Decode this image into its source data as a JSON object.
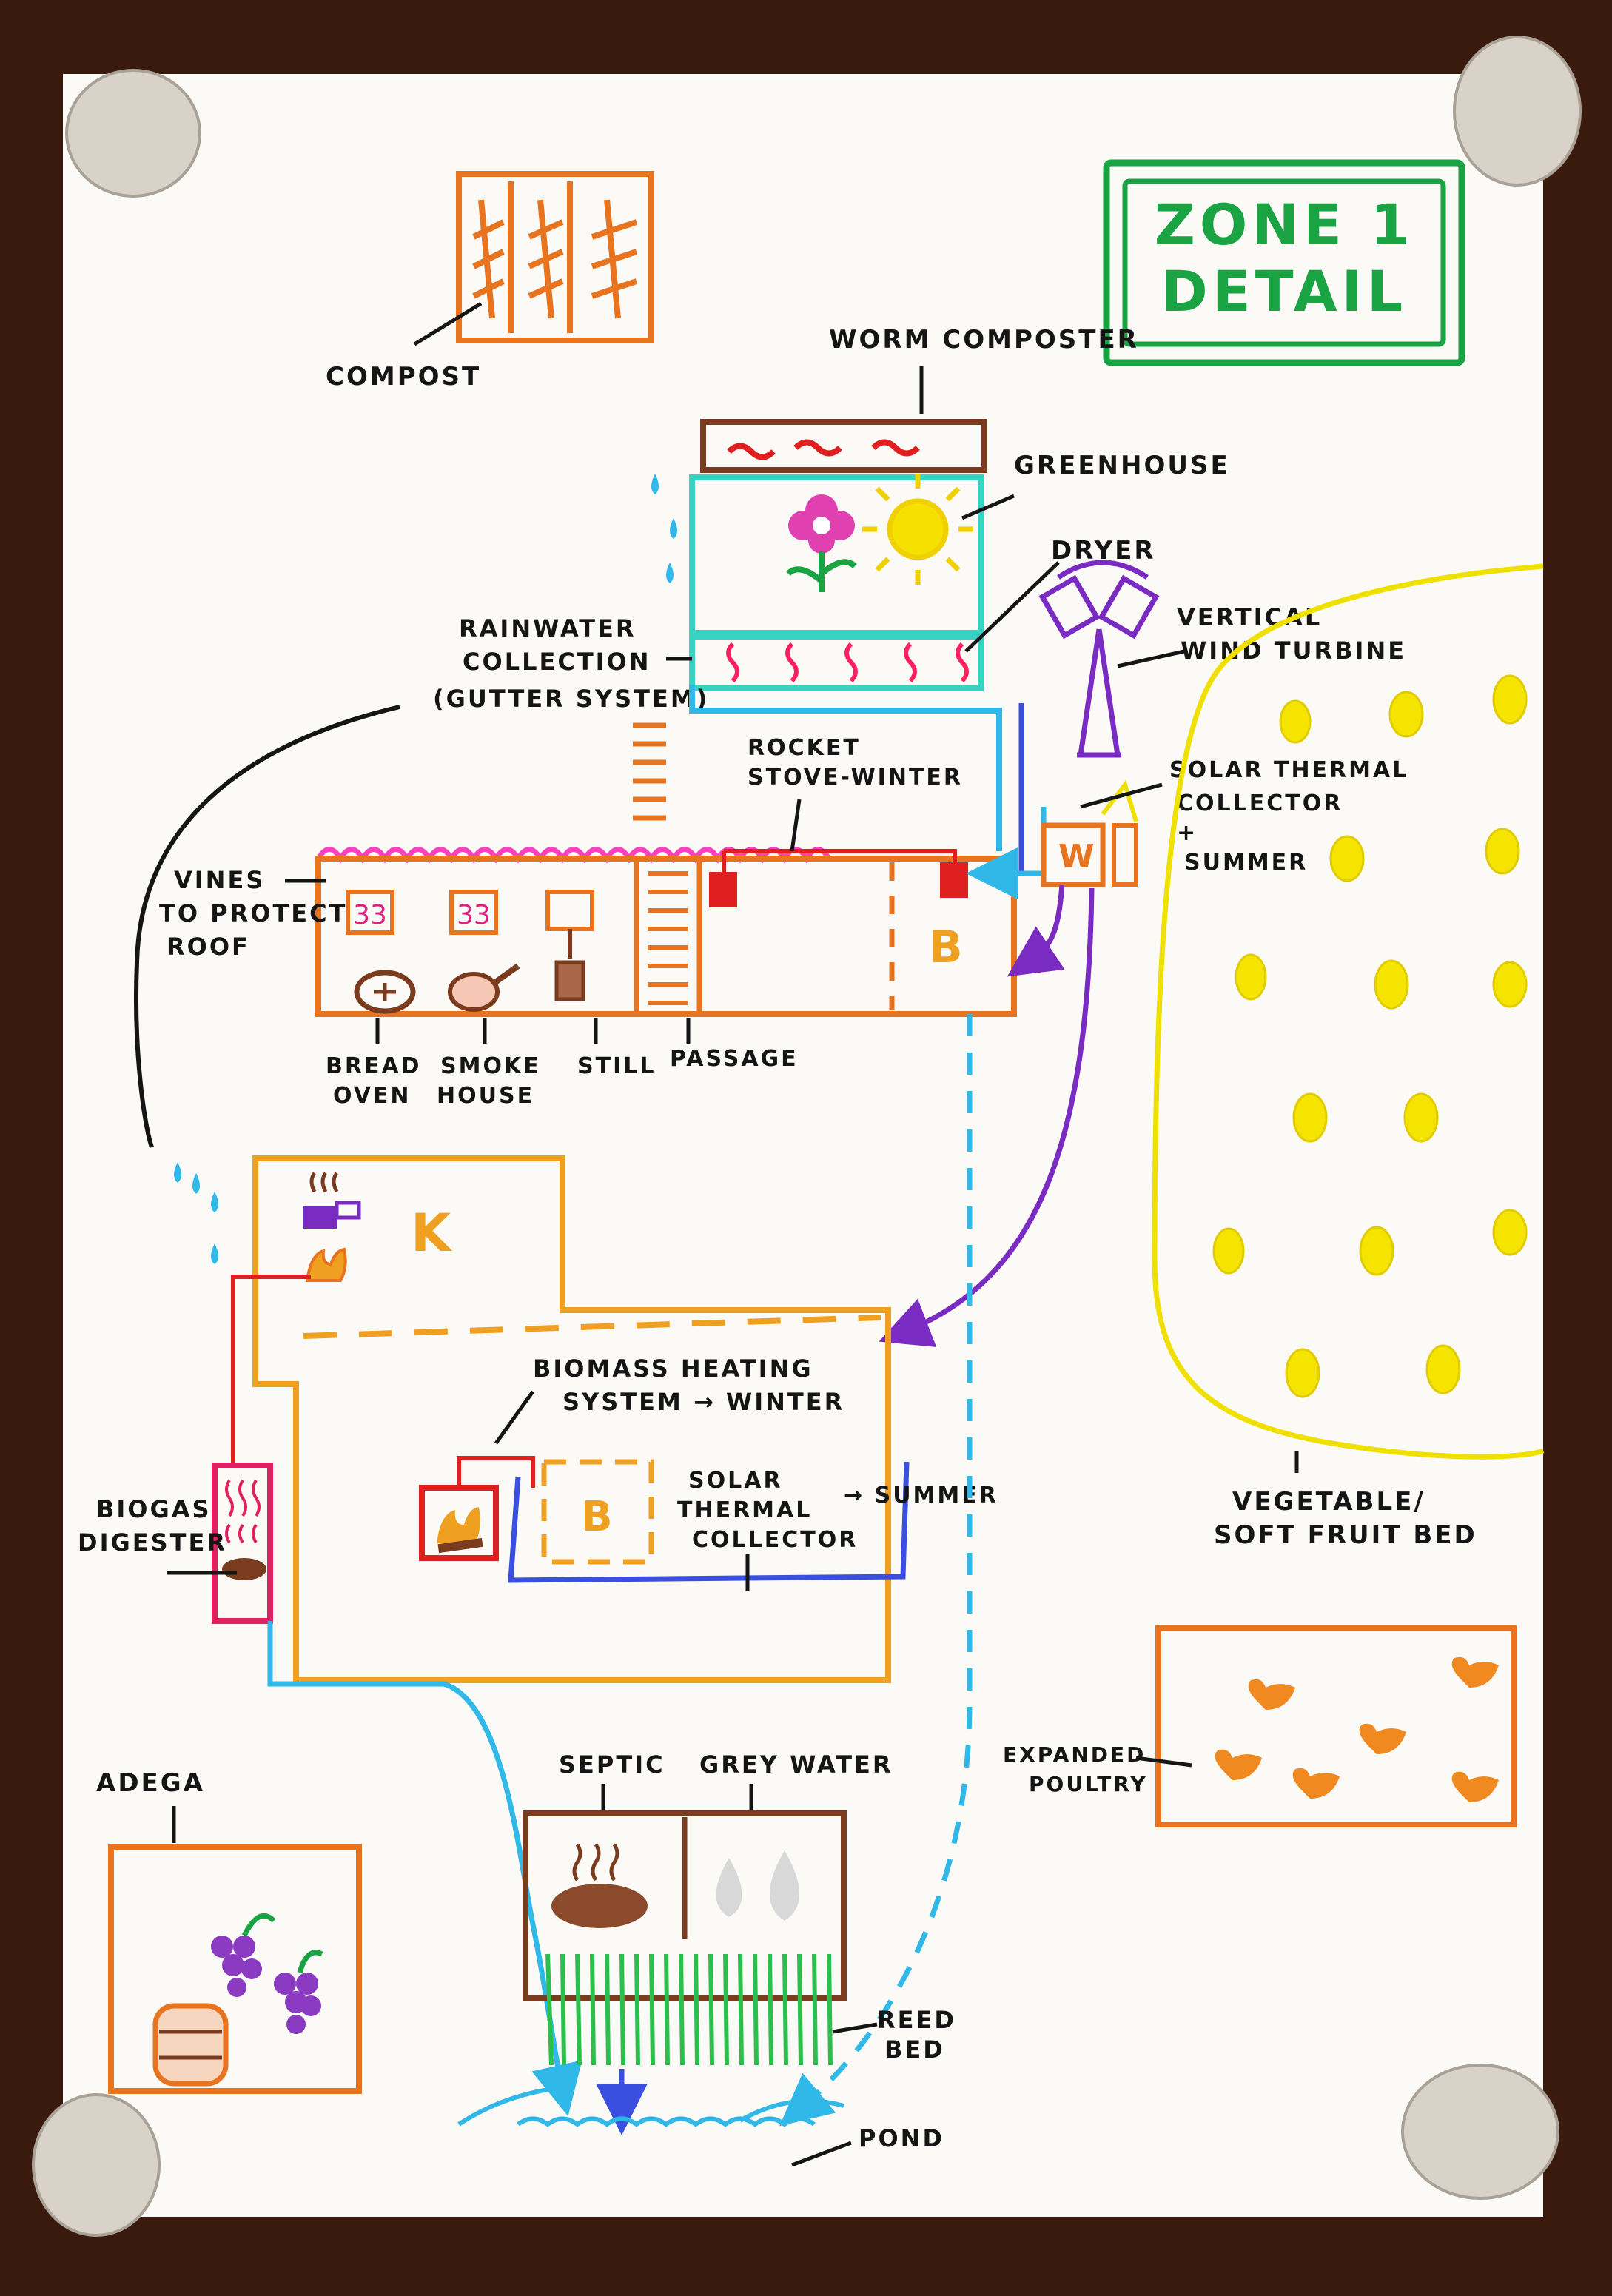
{
  "title": {
    "line1": "ZONE 1",
    "line2": "DETAIL"
  },
  "labels": {
    "compost": "COMPOST",
    "worm_composter": "WORM COMPOSTER",
    "greenhouse": "GREENHOUSE",
    "dryer": "DRYER",
    "vertical_wind_turbine_1": "VERTICAL",
    "vertical_wind_turbine_2": "WIND TURBINE",
    "rainwater_1": "RAINWATER",
    "rainwater_2": "COLLECTION",
    "rainwater_3": "(GUTTER SYSTEM)",
    "rocket_stove_1": "ROCKET",
    "rocket_stove_2": "STOVE-WINTER",
    "solar_thermal_1": "SOLAR THERMAL",
    "solar_thermal_2": "COLLECTOR",
    "solar_thermal_3": "+",
    "solar_thermal_4": "SUMMER",
    "vines_1": "VINES",
    "vines_2": "TO PROTECT",
    "vines_3": "ROOF",
    "bread_oven_1": "BREAD",
    "bread_oven_2": "OVEN",
    "smoke_house_1": "SMOKE",
    "smoke_house_2": "HOUSE",
    "still": "STILL",
    "passage": "PASSAGE",
    "letter_b_top": "B",
    "letter_w": "W",
    "letter_k": "K",
    "letter_b_house": "B",
    "biomass_1": "BIOMASS HEATING",
    "biomass_2": "SYSTEM → WINTER",
    "solar_house_1": "SOLAR",
    "solar_house_2": "THERMAL",
    "solar_house_3": "COLLECTOR",
    "solar_house_summer": "→ SUMMER",
    "biogas_1": "BIOGAS",
    "biogas_2": "DIGESTER",
    "vegetable_1": "VEGETABLE/",
    "vegetable_2": "SOFT FRUIT BED",
    "expanded_poultry_1": "EXPANDED",
    "expanded_poultry_2": "POULTRY",
    "adega": "ADEGA",
    "septic": "SEPTIC",
    "grey_water": "GREY WATER",
    "reed_bed_1": "REED",
    "reed_bed_2": "BED",
    "pond": "POND"
  },
  "colors": {
    "green": "#1aa343",
    "orange": "#e8741f",
    "amber": "#f0a020",
    "brown": "#7a3b1e",
    "pink": "#e0306e",
    "magenta": "#ff40c0",
    "purple": "#7a2bc2",
    "yellow": "#f0e000",
    "cyan": "#30b8e8",
    "blue": "#3a4fe0",
    "red": "#e02020",
    "black": "#151515"
  }
}
